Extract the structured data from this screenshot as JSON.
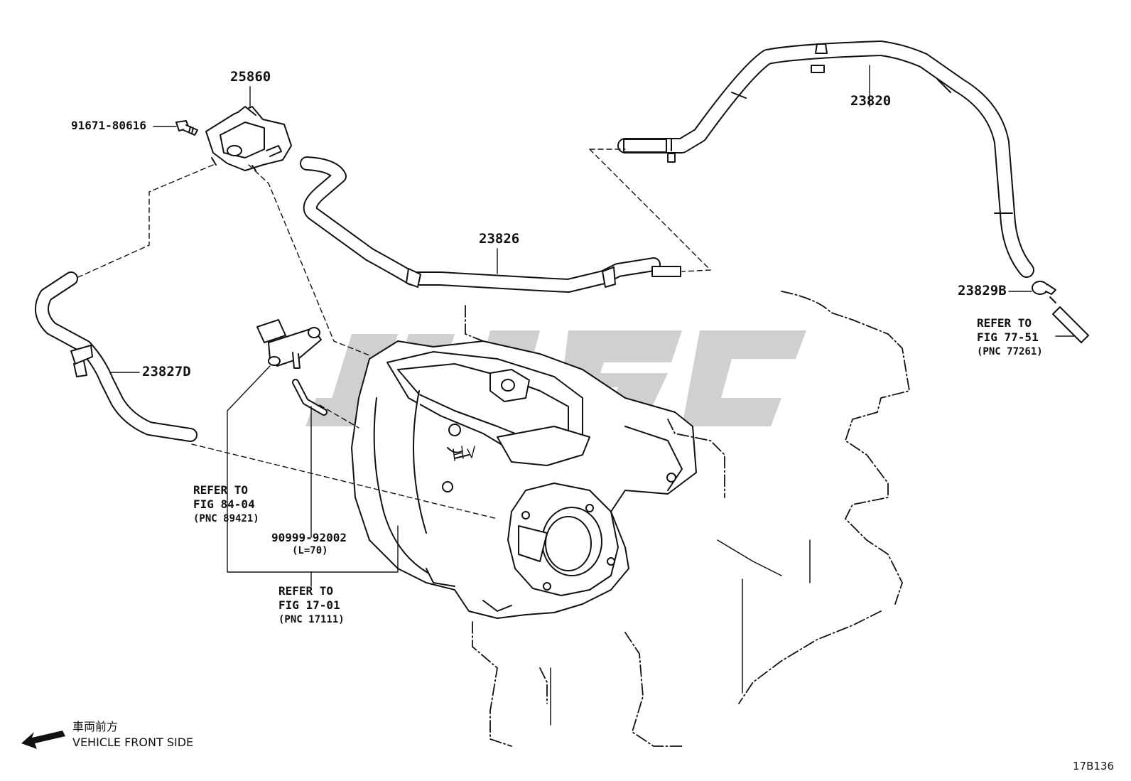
{
  "parts": {
    "p25860": "25860",
    "p91671": "91671-80616",
    "p23820": "23820",
    "p23826": "23826",
    "p23827D": "23827D",
    "p23829B": "23829B",
    "p90999": "90999-92002",
    "p90999_len": "(L=70)"
  },
  "refs": {
    "r77": {
      "line1": "REFER TO",
      "line2": "FIG 77-51",
      "line3": "(PNC 77261)"
    },
    "r84": {
      "line1": "REFER TO",
      "line2": "FIG 84-04",
      "line3": "(PNC 89421)"
    },
    "r17": {
      "line1": "REFER TO",
      "line2": "FIG 17-01",
      "line3": "(PNC 17111)"
    }
  },
  "front": {
    "jp": "車両前方",
    "en": "VEHICLE FRONT SIDE"
  },
  "figure_id": "17B136",
  "watermark_color": "#c8c8c8"
}
